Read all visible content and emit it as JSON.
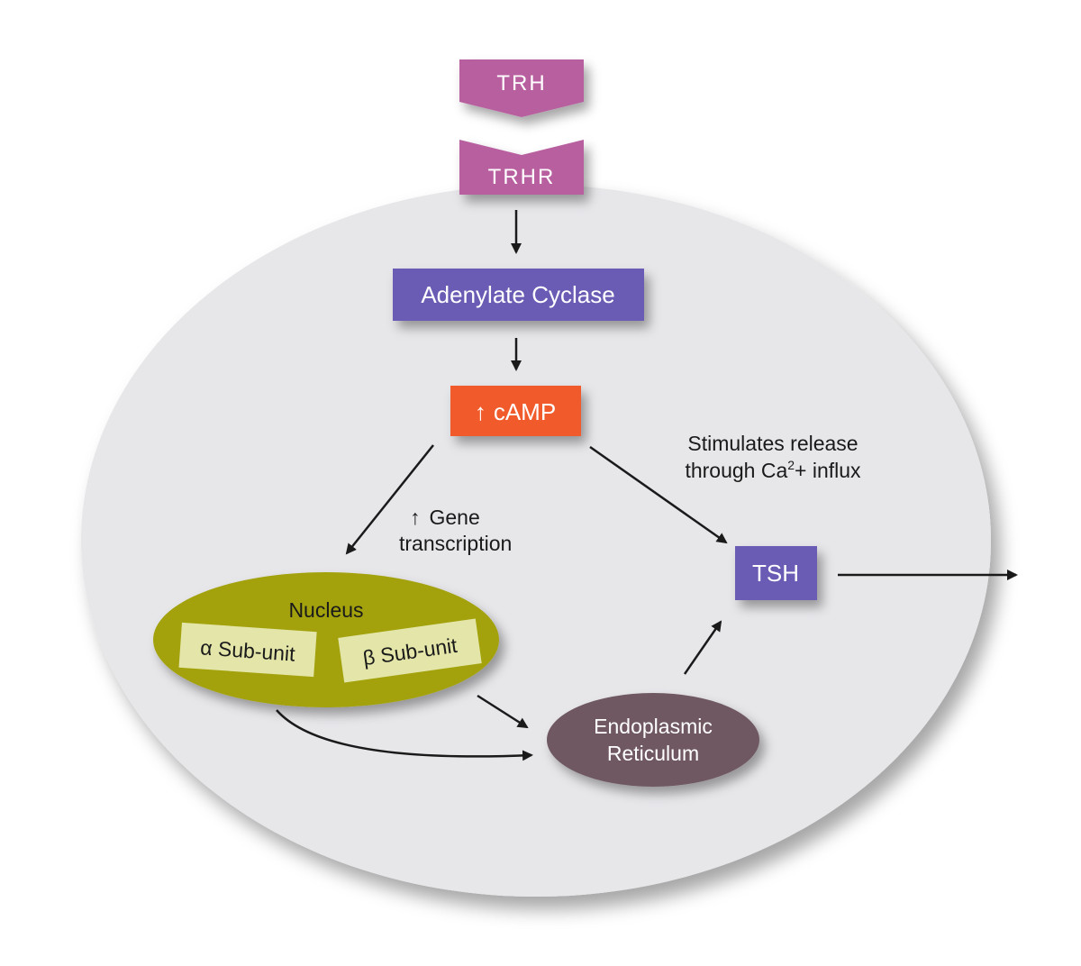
{
  "diagram": {
    "nodes": {
      "trh": {
        "label": "TRH",
        "color": "#b85fa0"
      },
      "trhr": {
        "label": "TRHR",
        "color": "#b85fa0"
      },
      "adenylate_cyclase": {
        "label": "Adenylate Cyclase",
        "color": "#6a5bb4"
      },
      "camp": {
        "label": "cAMP",
        "arrow_symbol": "↑",
        "color": "#f15a2b"
      },
      "tsh": {
        "label": "TSH",
        "color": "#6a5bb4"
      },
      "nucleus": {
        "label": "Nucleus",
        "color": "#a3a20f"
      },
      "alpha_subunit": {
        "label": "α Sub-unit",
        "color": "#e3e6a8"
      },
      "beta_subunit": {
        "label": "β Sub-unit",
        "color": "#e3e6a8"
      },
      "endoplasmic_reticulum": {
        "line1": "Endoplasmic",
        "line2": "Reticulum",
        "color": "#6f5962"
      }
    },
    "annotations": {
      "gene_transcription": {
        "arrow_symbol": "↑",
        "line1": "Gene",
        "line2": "transcription"
      },
      "stimulates_release": {
        "line1": "Stimulates release",
        "line2_prefix": "through Ca",
        "line2_superscript": "2",
        "line2_suffix": "+ influx"
      }
    },
    "cell_color": "#e7e7ea"
  }
}
